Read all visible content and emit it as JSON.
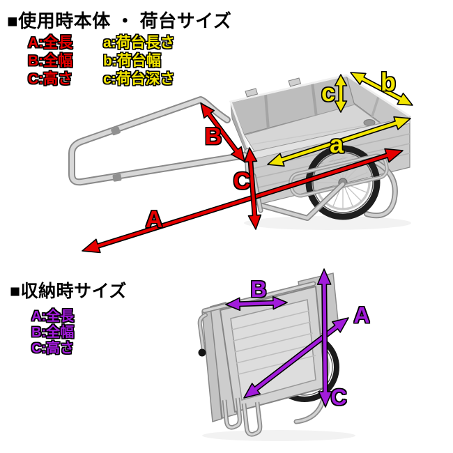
{
  "section_in_use": {
    "title": "■使用時本体 ・ 荷台サイズ",
    "overall_legend": [
      "A:全長",
      "B:全幅",
      "C:高さ"
    ],
    "bed_legend": [
      "a:荷台長さ",
      "b:荷台幅",
      "c:荷台深さ"
    ],
    "arrow_labels": {
      "A": "A",
      "B": "B",
      "C": "C",
      "a": "a",
      "b": "b",
      "c": "c"
    }
  },
  "section_stored": {
    "title": "■収納時サイズ",
    "legend": [
      "A:全長",
      "B:全幅",
      "C:高さ"
    ],
    "arrow_labels": {
      "A": "A",
      "B": "B",
      "C": "C"
    }
  },
  "colors": {
    "overall_dimension": "#E60000",
    "bed_dimension": "#F2E500",
    "stored_dimension": "#A21CDB",
    "heading": "#000000"
  }
}
